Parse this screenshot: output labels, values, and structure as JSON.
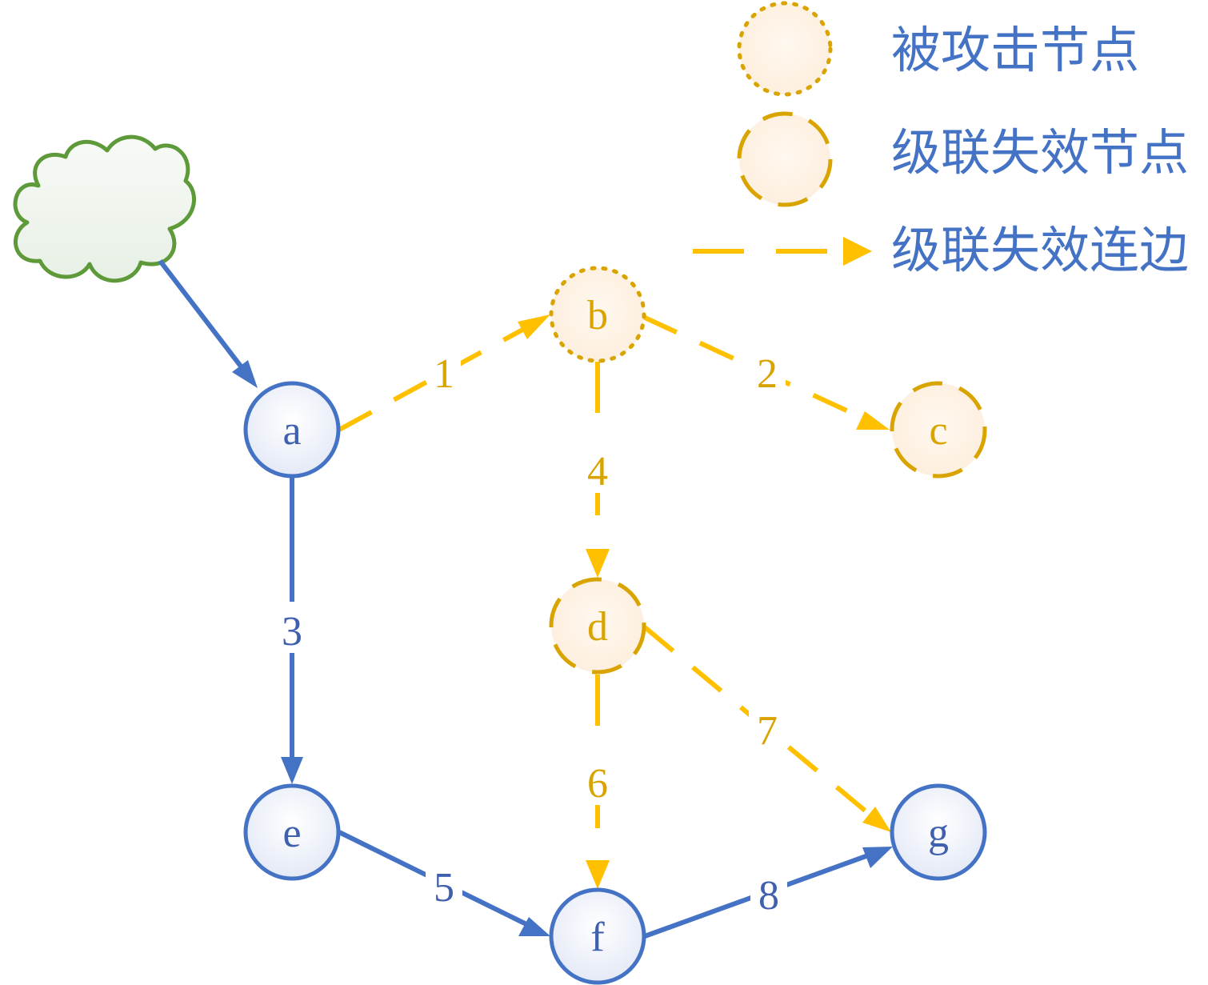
{
  "colors": {
    "normal_stroke": "#4472C4",
    "normal_text": "#3F5FAF",
    "failed_stroke": "#D9A400",
    "failed_edge": "#FFC000",
    "failed_text": "#D9A400",
    "cloud_stroke": "#5E9A3A",
    "legend_text": "#4472C4"
  },
  "legend": {
    "attacked_node": "被攻击节点",
    "cascade_node": "级联失效节点",
    "cascade_edge": "级联失效连边"
  },
  "nodes": {
    "a": {
      "label": "a",
      "status": "normal"
    },
    "b": {
      "label": "b",
      "status": "attacked"
    },
    "c": {
      "label": "c",
      "status": "cascade-failed"
    },
    "d": {
      "label": "d",
      "status": "cascade-failed"
    },
    "e": {
      "label": "e",
      "status": "normal"
    },
    "f": {
      "label": "f",
      "status": "normal"
    },
    "g": {
      "label": "g",
      "status": "normal"
    }
  },
  "edges": {
    "e1": {
      "from": "a",
      "to": "b",
      "label": "1",
      "status": "cascade-failed"
    },
    "e2": {
      "from": "b",
      "to": "c",
      "label": "2",
      "status": "cascade-failed"
    },
    "e3": {
      "from": "a",
      "to": "e",
      "label": "3",
      "status": "normal"
    },
    "e4": {
      "from": "b",
      "to": "d",
      "label": "4",
      "status": "cascade-failed"
    },
    "e5": {
      "from": "e",
      "to": "f",
      "label": "5",
      "status": "normal"
    },
    "e6": {
      "from": "d",
      "to": "f",
      "label": "6",
      "status": "cascade-failed"
    },
    "e7": {
      "from": "d",
      "to": "g",
      "label": "7",
      "status": "cascade-failed"
    },
    "e8": {
      "from": "f",
      "to": "g",
      "label": "8",
      "status": "normal"
    },
    "source": {
      "from": "cloud",
      "to": "a",
      "status": "normal"
    }
  },
  "icons": {
    "source": "cloud-icon"
  }
}
